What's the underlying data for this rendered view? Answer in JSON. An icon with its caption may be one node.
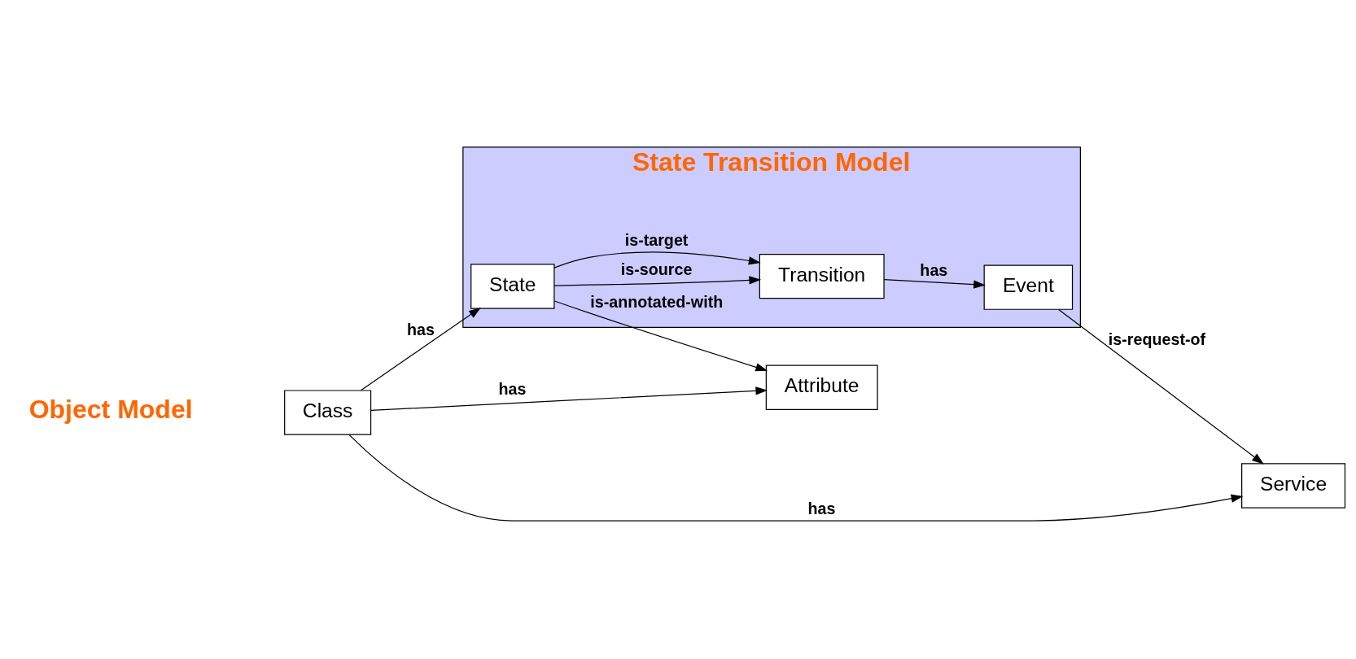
{
  "diagram": {
    "nodes": [
      {
        "text": [
          "State Transition Model"
        ]
      },
      {
        "text": [
          "Class"
        ]
      },
      {
        "text": [
          "Service"
        ]
      },
      {
        "text": [
          "Attribute"
        ]
      },
      {
        "text": [
          "State"
        ],
        "in": 0
      },
      {
        "text": [
          "Transition"
        ],
        "in": 0
      },
      {
        "text": [
          "Event"
        ],
        "in": 0
      }
    ],
    "edges": [
      {
        "from": 1,
        "to": 4,
        "arrow": "to",
        "label": "has"
      },
      {
        "from": 1,
        "to": 2,
        "arrow": "to",
        "label": "has"
      },
      {
        "from": 1,
        "to": 3,
        "arrow": "to",
        "label": "has"
      },
      {
        "from": 4,
        "to": 5,
        "arrow": "to",
        "label": "is-source"
      },
      {
        "from": 4,
        "to": 5,
        "arrow": "to",
        "label": "is-target"
      },
      {
        "from": 5,
        "to": 6,
        "arrow": "to",
        "label": "has"
      },
      {
        "from": 4,
        "to": 3,
        "arrow": "to",
        "label": "is-annotated-with"
      },
      {
        "from": 6,
        "to": 2,
        "arrow": "to",
        "label": "is-request-of"
      }
    ],
    "labels": [
      "Object Model"
    ]
  }
}
